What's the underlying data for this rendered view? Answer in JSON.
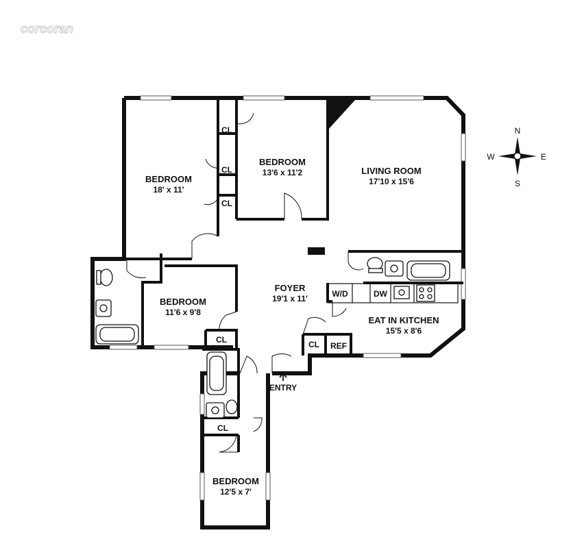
{
  "watermark": "corcoran",
  "compass": {
    "n": "N",
    "s": "S",
    "e": "E",
    "w": "W"
  },
  "rooms": {
    "bedroom_1": {
      "name": "BEDROOM",
      "dims": "18' x 11'"
    },
    "bedroom_2": {
      "name": "BEDROOM",
      "dims": "13'6 x 11'2"
    },
    "living_room": {
      "name": "LIVING ROOM",
      "dims": "17'10 x 15'6"
    },
    "bedroom_3": {
      "name": "BEDROOM",
      "dims": "11'6 x 9'8"
    },
    "foyer": {
      "name": "FOYER",
      "dims": "19'1 x 11'"
    },
    "kitchen": {
      "name": "EAT IN KITCHEN",
      "dims": "15'5 x 8'6"
    },
    "bedroom_4": {
      "name": "BEDROOM",
      "dims": "12'5 x 7'"
    }
  },
  "labels": {
    "closet": "CL",
    "washer_dryer": "W/D",
    "dishwasher": "DW",
    "refrigerator": "REF",
    "entry": "ENTRY"
  }
}
